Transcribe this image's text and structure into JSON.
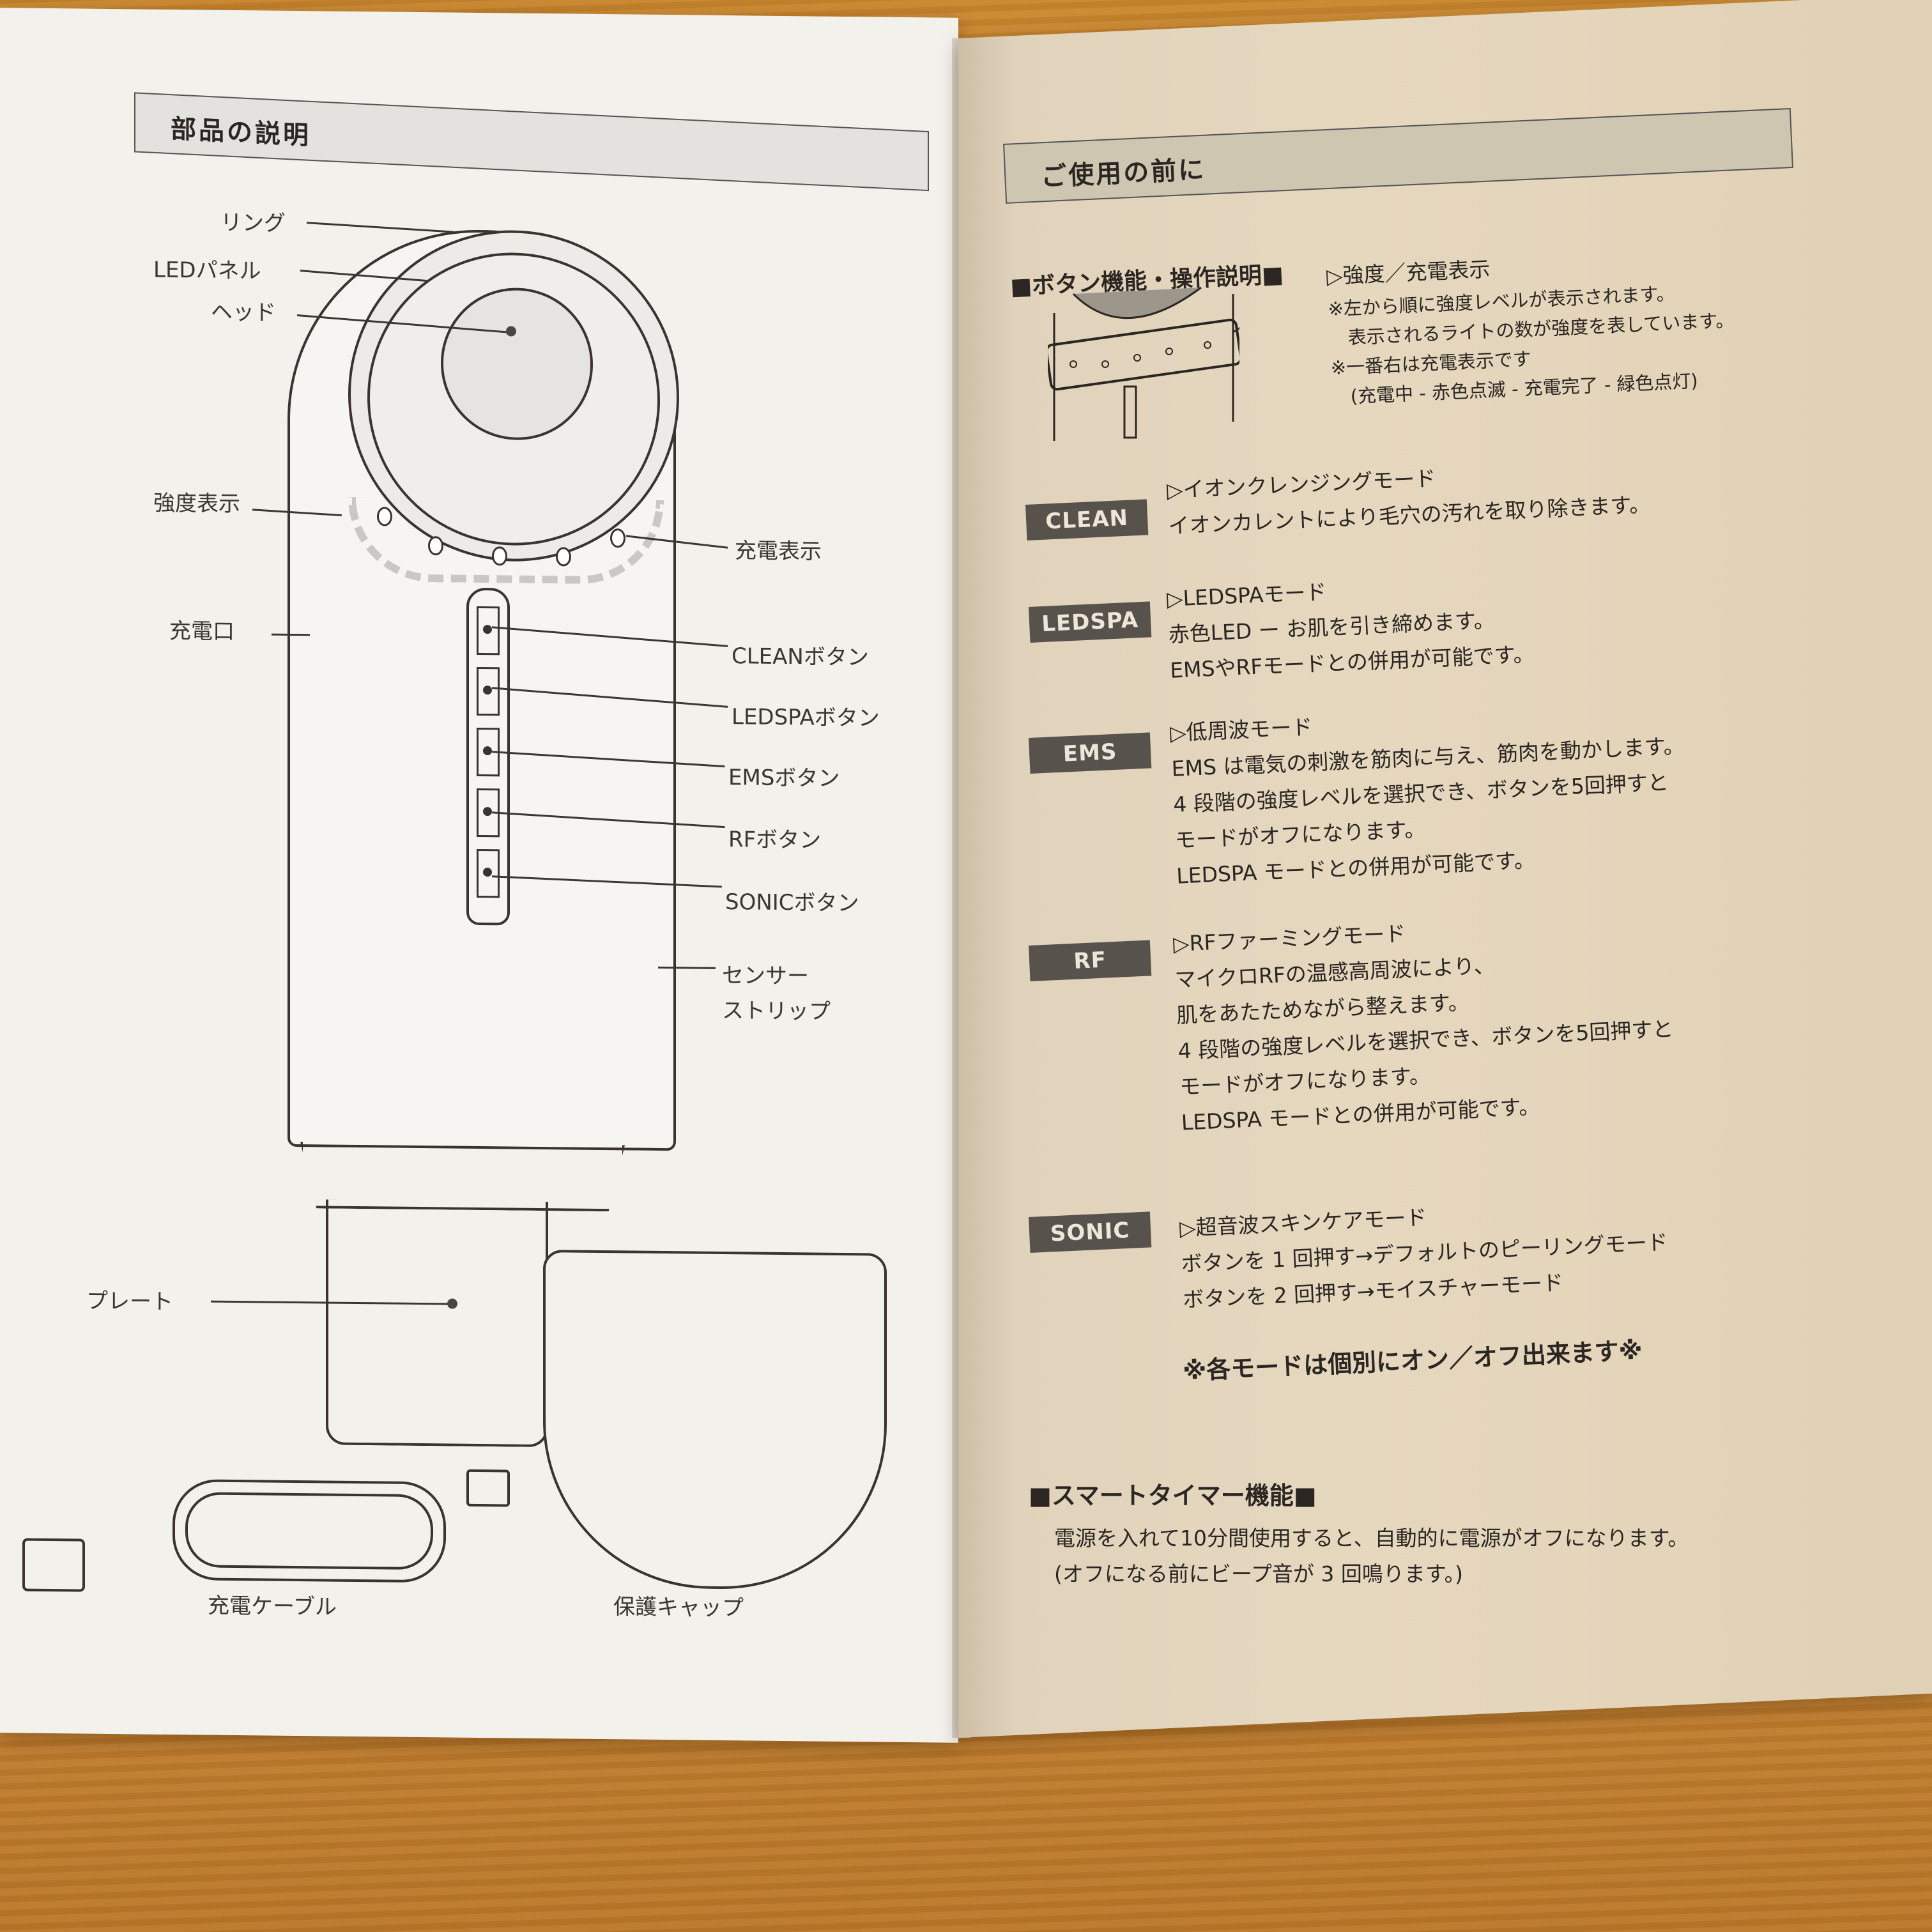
{
  "left_page": {
    "title": "部品の説明",
    "labels": {
      "ring": "リング",
      "led_panel": "LEDパネル",
      "head": "ヘッド",
      "intensity_display": "強度表示",
      "charge_display": "充電表示",
      "charge_port": "充電口",
      "clean_button": "CLEANボタン",
      "ledspa_button": "LEDSPAボタン",
      "ems_button": "EMSボタン",
      "rf_button": "RFボタン",
      "sonic_button": "SONICボタン",
      "sensor_strip_1": "センサー",
      "sensor_strip_2": "ストリップ",
      "plate": "プレート",
      "charging_cable": "充電ケーブル",
      "protective_cap": "保護キャップ"
    }
  },
  "right_page": {
    "section_title": "ご使用の前に",
    "button_section_title": "■ボタン機能・操作説明■",
    "indicator": {
      "heading": "▷強度／充電表示",
      "lines": [
        "※左から順に強度レベルが表示されます。",
        "　表示されるライトの数が強度を表しています。",
        "※一番右は充電表示です",
        "　(充電中 - 赤色点滅 - 充電完了 - 緑色点灯)"
      ]
    },
    "modes": [
      {
        "badge": "CLEAN",
        "lines": [
          "▷イオンクレンジングモード",
          "イオンカレントにより毛穴の汚れを取り除きます。"
        ]
      },
      {
        "badge": "LEDSPA",
        "lines": [
          "▷LEDSPAモード",
          "赤色LED ー お肌を引き締めます。",
          "EMSやRFモードとの併用が可能です。"
        ]
      },
      {
        "badge": "EMS",
        "lines": [
          "▷低周波モード",
          "EMS は電気の刺激を筋肉に与え、筋肉を動かします。",
          "4 段階の強度レベルを選択でき、ボタンを5回押すと",
          "モードがオフになります。",
          "LEDSPA モードとの併用が可能です。"
        ]
      },
      {
        "badge": "RF",
        "lines": [
          "▷RFファーミングモード",
          "マイクロRFの温感高周波により、",
          "肌をあたためながら整えます。",
          "4 段階の強度レベルを選択でき、ボタンを5回押すと",
          "モードがオフになります。",
          "LEDSPA モードとの併用が可能です。"
        ]
      },
      {
        "badge": "SONIC",
        "lines": [
          "▷超音波スキンケアモード",
          "ボタンを 1 回押す→デフォルトのピーリングモード",
          "ボタンを 2 回押す→モイスチャーモード"
        ]
      }
    ],
    "note": "※各モードは個別にオン／オフ出来ます※",
    "timer": {
      "title": "■スマートタイマー機能■",
      "lines": [
        "電源を入れて10分間使用すると、自動的に電源がオフになります。",
        "(オフになる前にビープ音が 3 回鳴ります。)"
      ]
    }
  }
}
